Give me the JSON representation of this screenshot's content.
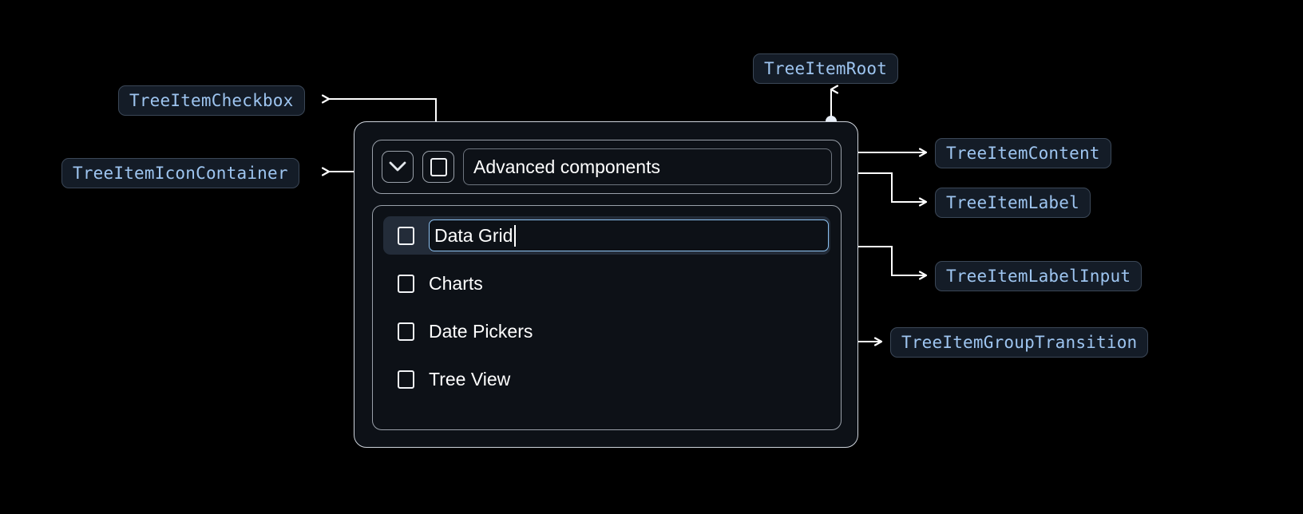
{
  "canvas": {
    "background": "#000000",
    "accent_blue": "#9ec5f0",
    "badge_bg": "#141c27",
    "badge_border": "#3b4757",
    "wire_color": "#ffffff",
    "input_border": "#8dc2f2",
    "selected_row_bg": "#232c39"
  },
  "annotations": [
    {
      "id": "tree-item-checkbox",
      "label": "TreeItemCheckbox"
    },
    {
      "id": "tree-item-icon-container",
      "label": "TreeItemIconContainer"
    },
    {
      "id": "tree-item-root",
      "label": "TreeItemRoot"
    },
    {
      "id": "tree-item-content",
      "label": "TreeItemContent"
    },
    {
      "id": "tree-item-label",
      "label": "TreeItemLabel"
    },
    {
      "id": "tree-item-label-input",
      "label": "TreeItemLabelInput"
    },
    {
      "id": "tree-item-group-transition",
      "label": "TreeItemGroupTransition"
    }
  ],
  "tree": {
    "expand_icon": "chevron-down-icon",
    "checkbox_icon": "checkbox-unchecked-icon",
    "root_label": "Advanced components",
    "editing_value": "Data Grid",
    "children": [
      {
        "label": "Data Grid",
        "editing": true,
        "selected": true,
        "checked": false
      },
      {
        "label": "Charts",
        "editing": false,
        "selected": false,
        "checked": false
      },
      {
        "label": "Date Pickers",
        "editing": false,
        "selected": false,
        "checked": false
      },
      {
        "label": "Tree View",
        "editing": false,
        "selected": false,
        "checked": false
      }
    ]
  }
}
